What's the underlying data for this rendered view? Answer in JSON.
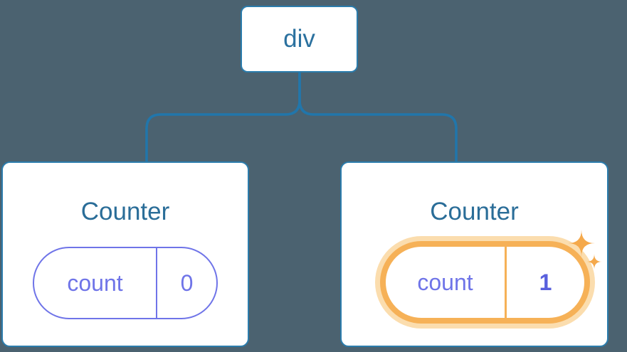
{
  "tree": {
    "root": {
      "label": "div"
    },
    "children": [
      {
        "title": "Counter",
        "state": {
          "key": "count",
          "value": "0"
        },
        "highlighted": false
      },
      {
        "title": "Counter",
        "state": {
          "key": "count",
          "value": "1"
        },
        "highlighted": true
      }
    ]
  },
  "colors": {
    "background": "#4b6270",
    "connector": "#2176ab",
    "node_border": "#2b7cac",
    "node_text": "#2b719f",
    "title_text": "#2a6d98",
    "state_purple": "#6f74e8",
    "state_value_bold": "#5960dd",
    "highlight_orange": "#f6b157",
    "highlight_halo": "#fbddae",
    "sparkle": "#f5a94b"
  }
}
